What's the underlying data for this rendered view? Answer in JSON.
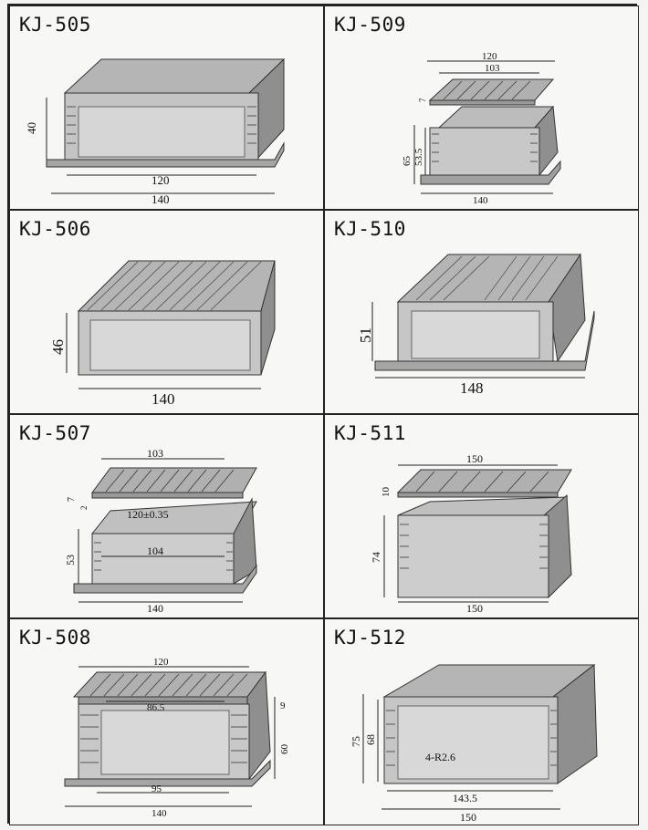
{
  "products": [
    {
      "model": "KJ-505",
      "dims": {
        "h": "40",
        "inner": "120",
        "w": "140"
      }
    },
    {
      "model": "KJ-509",
      "dims": {
        "top_w": "120",
        "top_inner": "103",
        "top_h": "7",
        "h1": "65",
        "h2": "53.5",
        "w": "140"
      }
    },
    {
      "model": "KJ-506",
      "dims": {
        "h": "46",
        "w": "140"
      }
    },
    {
      "model": "KJ-510",
      "dims": {
        "h": "51",
        "w": "148"
      }
    },
    {
      "model": "KJ-507",
      "dims": {
        "top_w": "103",
        "t1": "7",
        "t2": "2",
        "inner": "120±0.35",
        "mid": "104",
        "h": "53",
        "w": "140"
      }
    },
    {
      "model": "KJ-511",
      "dims": {
        "top_w": "150",
        "top_h": "10",
        "h": "74",
        "w": "150"
      }
    },
    {
      "model": "KJ-508",
      "dims": {
        "top_w": "120",
        "mid": "86.5",
        "top_h": "9",
        "h": "60",
        "inner": "95",
        "w": "140"
      }
    },
    {
      "model": "KJ-512",
      "dims": {
        "h1": "75",
        "h2": "68",
        "radius": "4-R2.6",
        "inner": "143.5",
        "w": "150"
      }
    }
  ],
  "colors": {
    "metal_top": "#b9b9b9",
    "metal_side": "#9a9a9a",
    "metal_inner": "#c8c8c8",
    "line": "#333333"
  }
}
